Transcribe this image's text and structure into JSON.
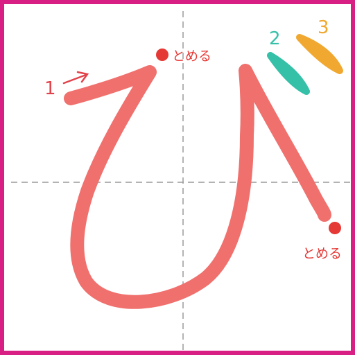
{
  "character": "び",
  "stroke_numbers": [
    {
      "number": "1",
      "color": "#e2424a"
    },
    {
      "number": "2",
      "color": "#35c0a8"
    },
    {
      "number": "3",
      "color": "#f0a830"
    }
  ],
  "stop_markers": [
    {
      "text": "とめる",
      "color": "#e53935"
    },
    {
      "text": "とめる",
      "color": "#e53935"
    }
  ],
  "colors": {
    "border": "#d81f84",
    "main_stroke": "#f0706d",
    "guide_line": "#9a9a9a"
  }
}
